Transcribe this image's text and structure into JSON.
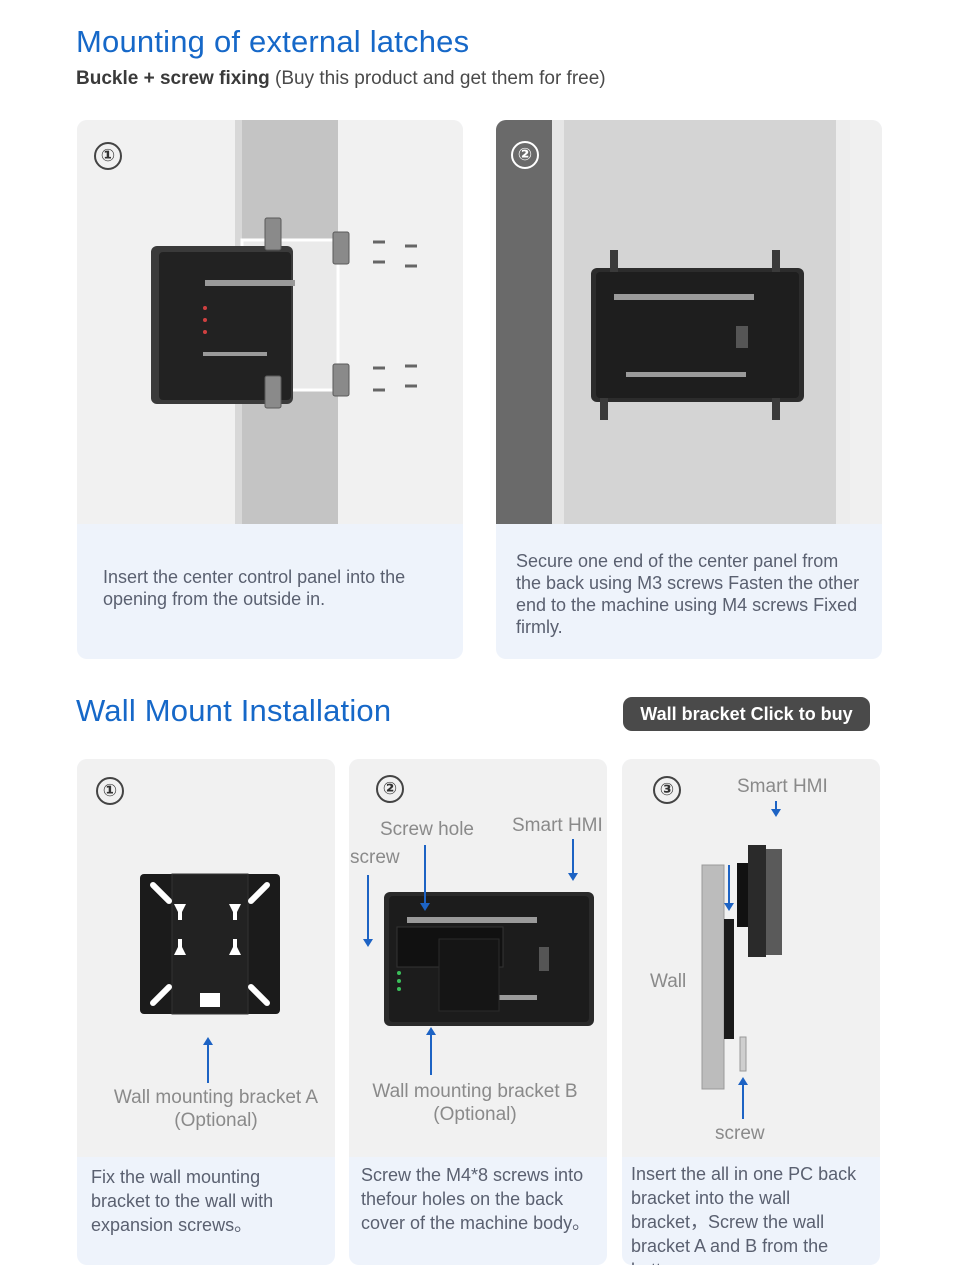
{
  "section1": {
    "title": "Mounting of external latches",
    "subtitle_bold": "Buckle + screw fixing",
    "subtitle_rest": " (Buy this product and get them for free)",
    "steps": [
      {
        "number": "①",
        "caption": "Insert the center control panel into the opening from the outside in."
      },
      {
        "number": "②",
        "caption": "Secure one end of the center panel from the back using M3 screws Fasten the other end to the machine using M4 screws Fixed firmly."
      }
    ]
  },
  "section2": {
    "title": "Wall Mount Installation",
    "buy_button": "Wall bracket Click to buy",
    "steps": [
      {
        "number": "①",
        "label_line1": "Wall mounting bracket A",
        "label_line2": "(Optional)",
        "caption": "Fix the wall mounting bracket to the wall with expansion screws。"
      },
      {
        "number": "②",
        "label_screw_hole": "Screw hole",
        "label_smart_hmi": "Smart HMI",
        "label_screw": "screw",
        "label_line1": "Wall mounting bracket B",
        "label_line2": "(Optional)",
        "caption": "Screw the M4*8 screws into thefour holes on the back cover of the machine body。"
      },
      {
        "number": "③",
        "label_smart_hmi": "Smart HMI",
        "label_wall": "Wall",
        "label_screw": "screw",
        "caption": "Insert the all in one PC back bracket into the wall bracket，Screw the wall bracket A and B from the bottom."
      }
    ]
  },
  "colors": {
    "accent_blue": "#1668c8",
    "arrow_blue": "#1d63c4",
    "caption_bg": "#eef3fb",
    "button_bg": "#4a4a4a"
  }
}
